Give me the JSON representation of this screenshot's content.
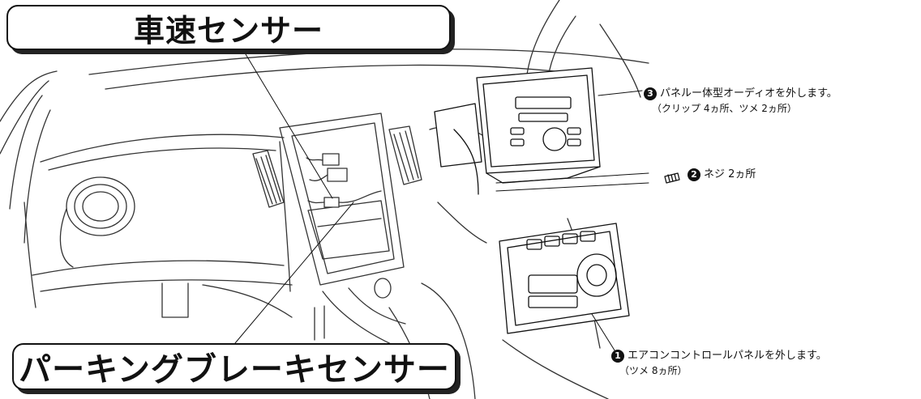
{
  "callouts": {
    "vehicle_speed_sensor": "車速センサー",
    "parking_brake_sensor": "パーキングブレーキセンサー"
  },
  "steps": {
    "step1": {
      "number": "1",
      "text": "エアコンコントロールパネルを外します。",
      "detail": "（ツメ 8ヵ所）"
    },
    "step2": {
      "number": "2",
      "text": "ネジ 2ヵ所"
    },
    "step3": {
      "number": "3",
      "text": "パネルー体型オーディオを外します。",
      "detail": "（クリップ 4ヵ所、ツメ 2ヵ所）"
    }
  },
  "colors": {
    "ink": "#111111",
    "background": "#ffffff"
  }
}
